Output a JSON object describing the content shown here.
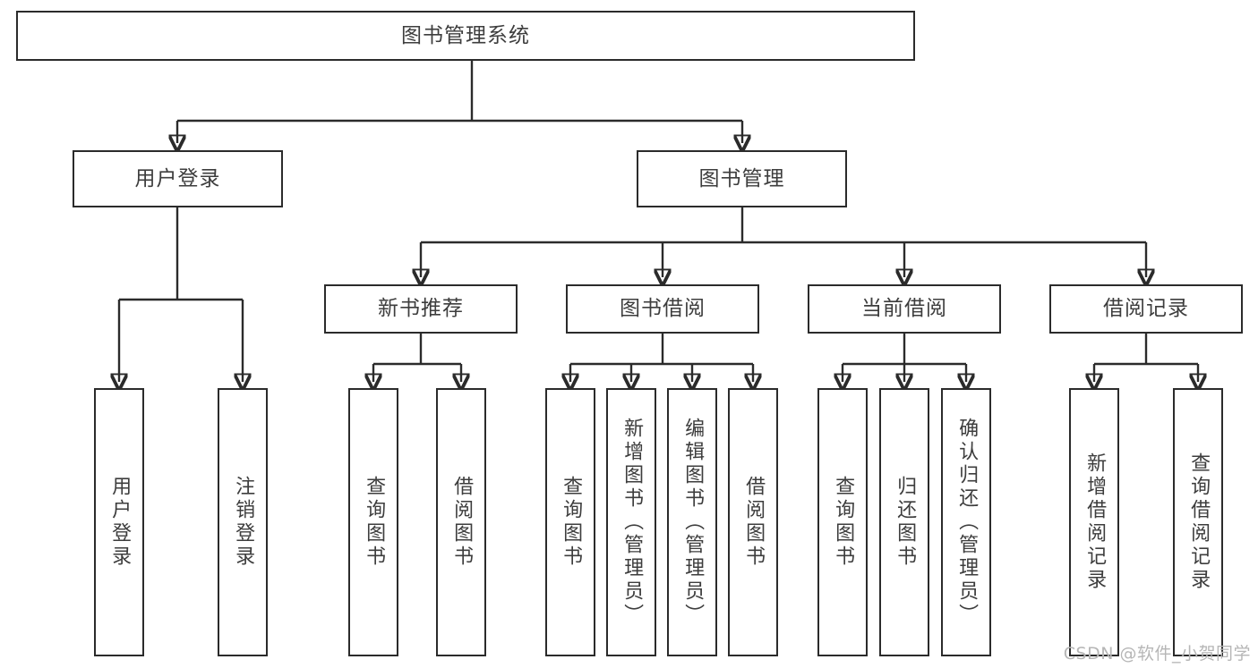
{
  "diagram": {
    "type": "tree-hierarchy",
    "title": "图书管理系统",
    "watermark": "CSDN @软件_小贺同学",
    "colors": {
      "stroke": "#2b2b2b",
      "text": "#3d3d3d",
      "background": "#ffffff",
      "watermark": "#b6b6b6"
    },
    "nodes": {
      "root": {
        "id": "root",
        "label": "图书管理系统",
        "level": 0
      },
      "l1": [
        {
          "id": "user-login",
          "label": "用户登录",
          "level": 1
        },
        {
          "id": "book-manage",
          "label": "图书管理",
          "level": 1
        }
      ],
      "l2": [
        {
          "id": "new-book-recommend",
          "label": "新书推荐",
          "level": 2,
          "parent": "book-manage"
        },
        {
          "id": "book-borrow",
          "label": "图书借阅",
          "level": 2,
          "parent": "book-manage"
        },
        {
          "id": "current-borrow",
          "label": "当前借阅",
          "level": 2,
          "parent": "book-manage"
        },
        {
          "id": "borrow-record",
          "label": "借阅记录",
          "level": 2,
          "parent": "book-manage"
        }
      ],
      "leaves": [
        {
          "id": "leaf-user-login",
          "label": "用户登录",
          "parent": "user-login"
        },
        {
          "id": "leaf-logout-login",
          "label": "注销登录",
          "parent": "user-login"
        },
        {
          "id": "leaf-query-book-1",
          "label": "查询图书",
          "parent": "new-book-recommend"
        },
        {
          "id": "leaf-borrow-book-1",
          "label": "借阅图书",
          "parent": "new-book-recommend"
        },
        {
          "id": "leaf-query-book-2",
          "label": "查询图书",
          "parent": "book-borrow"
        },
        {
          "id": "leaf-add-book",
          "label": "新增图书（管理员）",
          "parent": "book-borrow"
        },
        {
          "id": "leaf-edit-book",
          "label": "编辑图书（管理员）",
          "parent": "book-borrow"
        },
        {
          "id": "leaf-borrow-book-2",
          "label": "借阅图书",
          "parent": "book-borrow"
        },
        {
          "id": "leaf-query-book-3",
          "label": "查询图书",
          "parent": "current-borrow"
        },
        {
          "id": "leaf-return-book",
          "label": "归还图书",
          "parent": "current-borrow"
        },
        {
          "id": "leaf-confirm-return",
          "label": "确认归还（管理员）",
          "parent": "current-borrow"
        },
        {
          "id": "leaf-add-record",
          "label": "新增借阅记录",
          "parent": "borrow-record"
        },
        {
          "id": "leaf-query-record",
          "label": "查询借阅记录",
          "parent": "borrow-record"
        }
      ]
    }
  }
}
